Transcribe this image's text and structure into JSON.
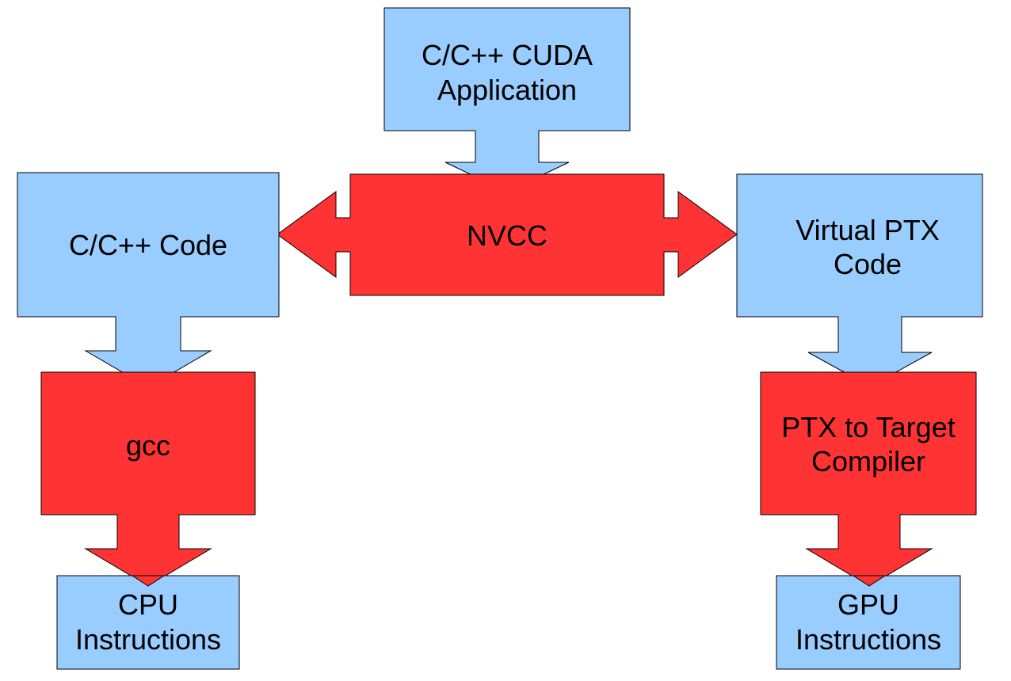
{
  "colors": {
    "input_fill": "#99ccff",
    "compiler_fill": "#ff3333",
    "stroke": "#000000"
  },
  "nodes": {
    "cuda_app": {
      "line1": "C/C++ CUDA",
      "line2": "Application"
    },
    "nvcc": {
      "label": "NVCC"
    },
    "cpp_code": {
      "label": "C/C++ Code"
    },
    "ptx_code": {
      "line1": "Virtual PTX",
      "line2": "Code"
    },
    "gcc": {
      "label": "gcc"
    },
    "ptx_compiler": {
      "line1": "PTX to Target",
      "line2": "Compiler"
    },
    "cpu_instructions": {
      "line1": "CPU",
      "line2": "Instructions"
    },
    "gpu_instructions": {
      "line1": "GPU",
      "line2": "Instructions"
    }
  }
}
